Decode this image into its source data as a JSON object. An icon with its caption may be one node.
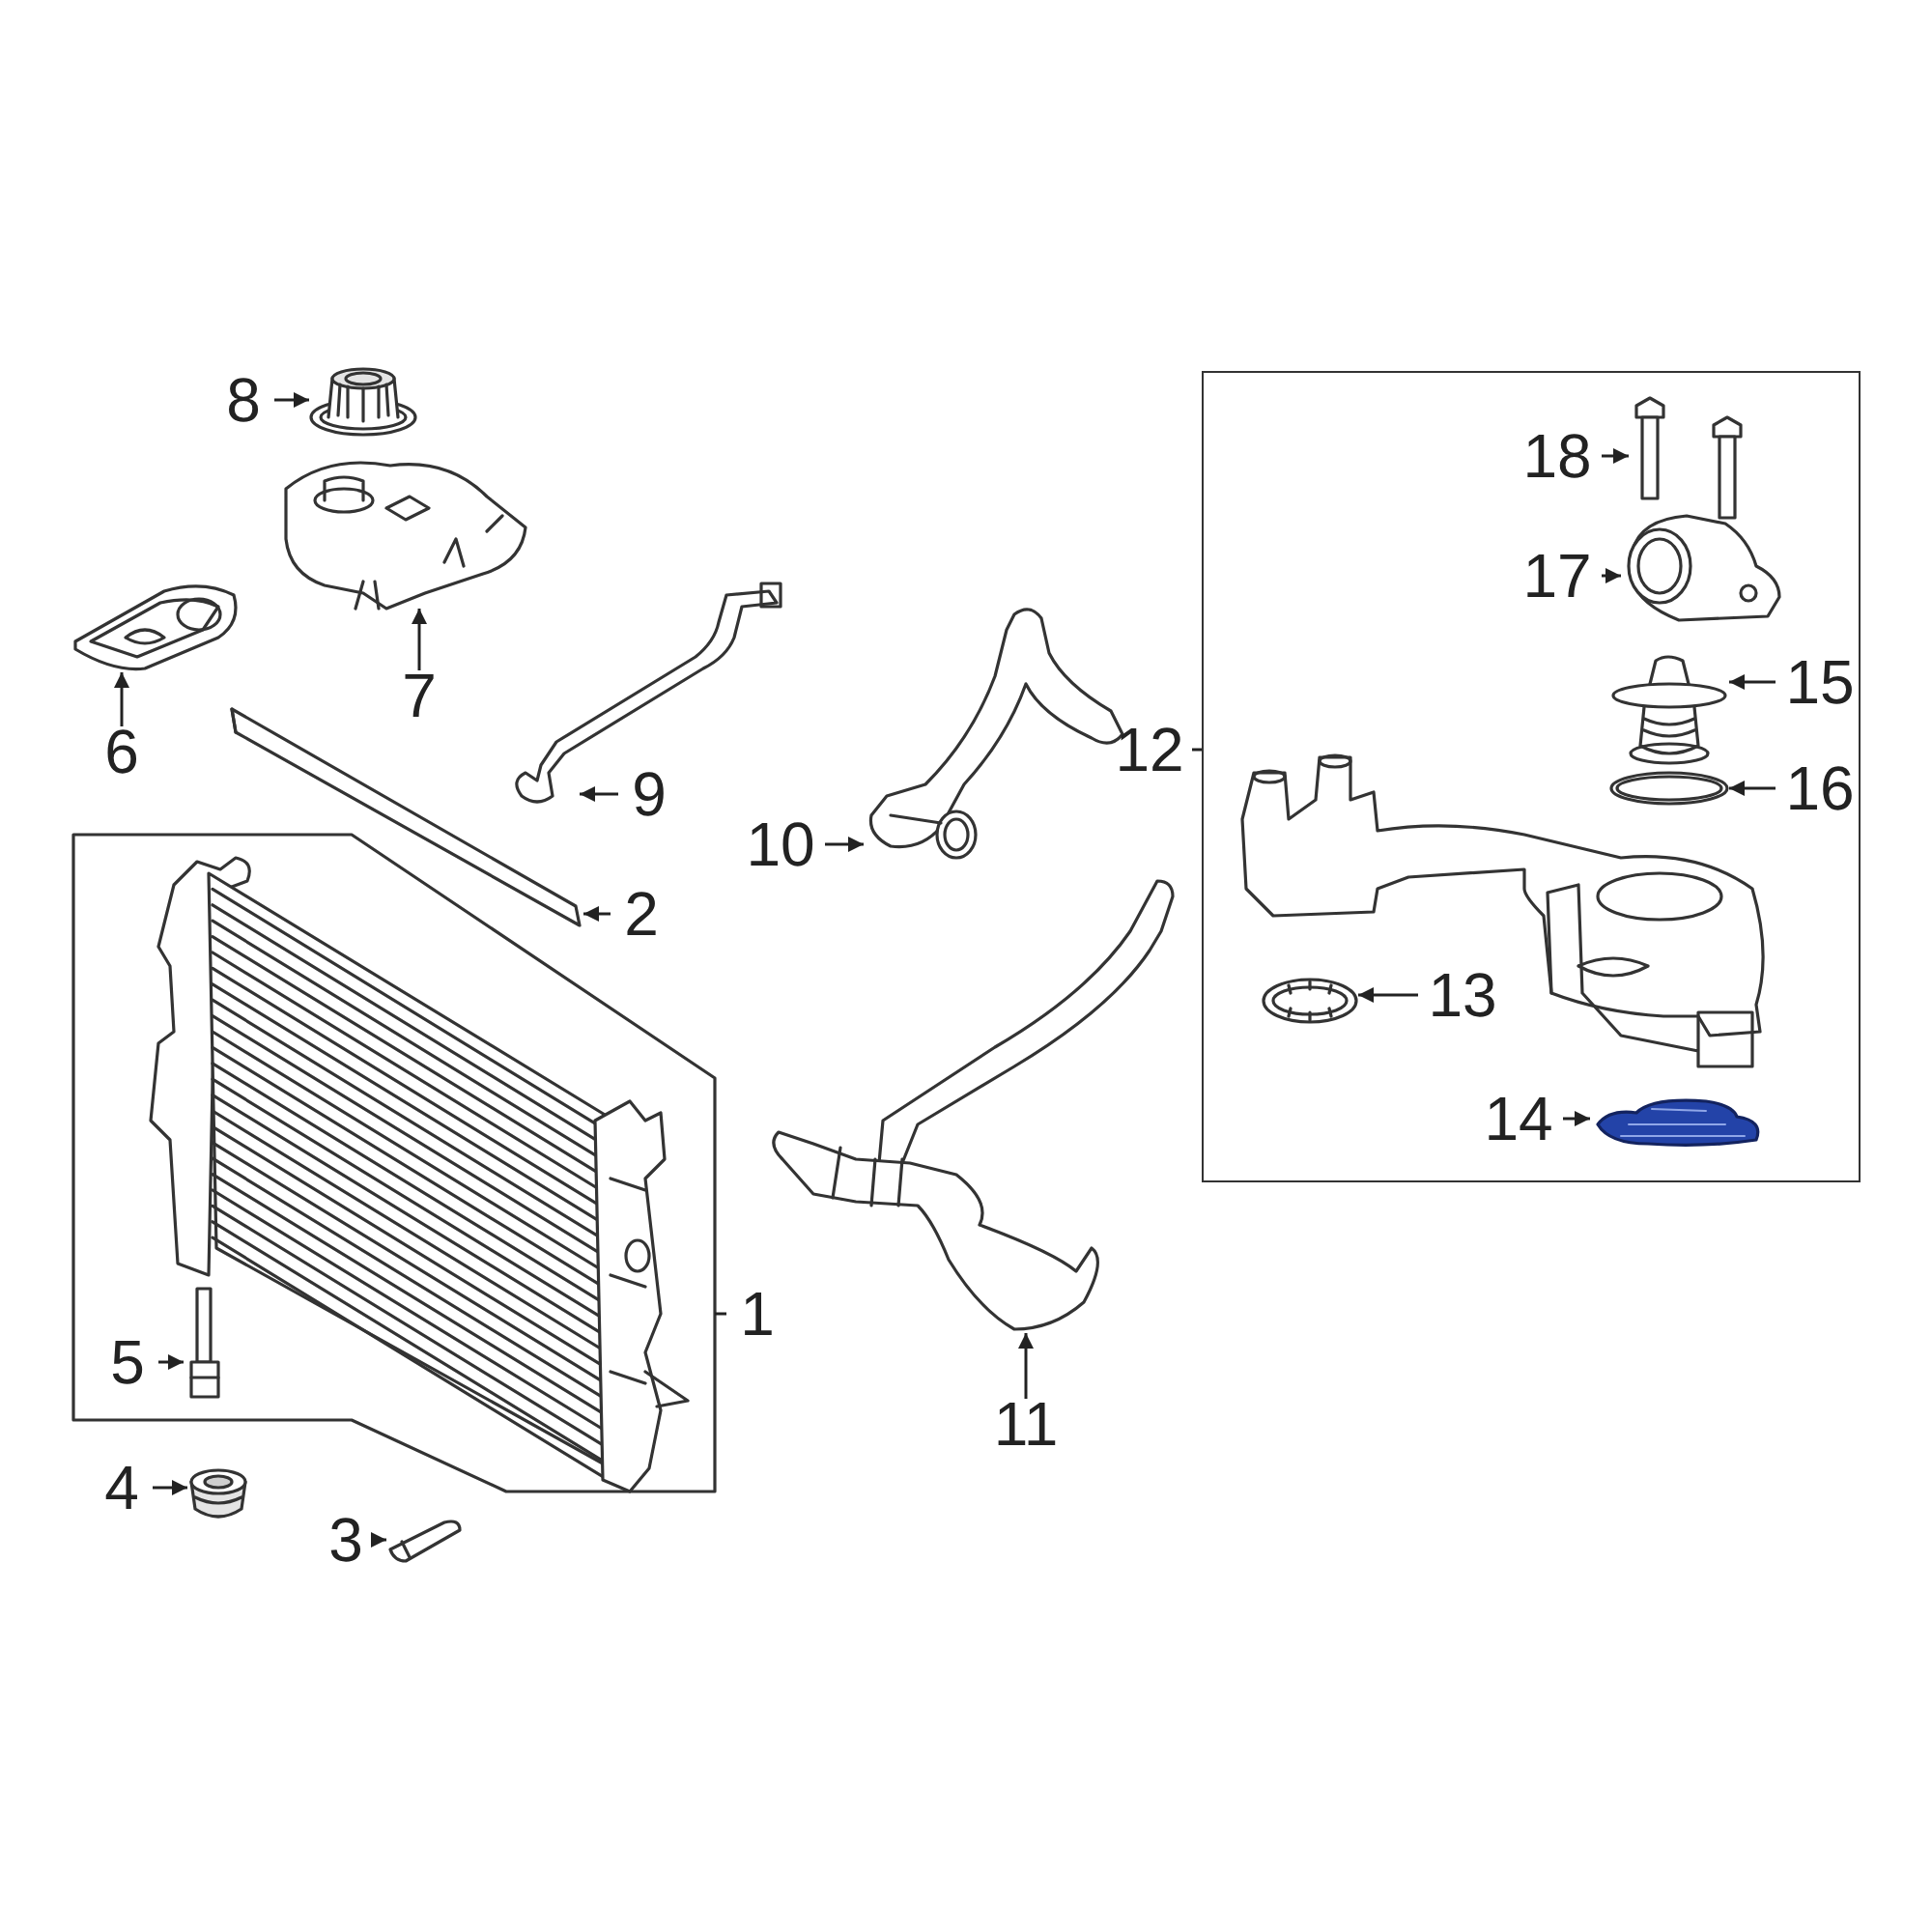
{
  "diagram": {
    "nodes": [
      {
        "text": [
          "8"
        ]
      },
      {
        "text": [],
        "shape": "picture"
      },
      {
        "text": [],
        "shape": "picture"
      },
      {
        "text": [
          "7"
        ]
      },
      {
        "text": [],
        "shape": "picture"
      },
      {
        "text": [
          "6"
        ]
      },
      {
        "text": [],
        "shape": "picture"
      },
      {
        "text": [
          "9"
        ]
      },
      {
        "text": [],
        "shape": "picture"
      },
      {
        "text": [
          "10"
        ]
      },
      {
        "text": [],
        "shape": "picture"
      },
      {
        "text": [
          "2"
        ]
      },
      {
        "text": [],
        "shape": "box"
      },
      {
        "text": [],
        "shape": "picture",
        "in": 12
      },
      {
        "text": [],
        "shape": "picture",
        "in": 12
      },
      {
        "text": [
          "5"
        ],
        "in": 12
      },
      {
        "text": [
          "1"
        ]
      },
      {
        "text": [
          "4"
        ]
      },
      {
        "text": [],
        "shape": "picture"
      },
      {
        "text": [
          "3"
        ]
      },
      {
        "text": [],
        "shape": "picture"
      },
      {
        "text": [],
        "shape": "picture"
      },
      {
        "text": [
          "11"
        ]
      },
      {
        "text": [],
        "shape": "box"
      },
      {
        "text": [
          "12"
        ]
      },
      {
        "text": [],
        "shape": "picture",
        "in": 23
      },
      {
        "text": [],
        "shape": "picture",
        "in": 23
      },
      {
        "text": [
          "18"
        ],
        "in": 23
      },
      {
        "text": [
          "17"
        ],
        "in": 23
      },
      {
        "text": [],
        "shape": "picture",
        "in": 23
      },
      {
        "text": [],
        "shape": "picture",
        "in": 23
      },
      {
        "text": [
          "15"
        ],
        "in": 23
      },
      {
        "text": [],
        "shape": "picture",
        "in": 23
      },
      {
        "text": [
          "16"
        ],
        "in": 23
      },
      {
        "text": [],
        "shape": "picture",
        "in": 23
      },
      {
        "text": [],
        "shape": "picture",
        "in": 23
      },
      {
        "text": [
          "13"
        ],
        "in": 23
      },
      {
        "text": [
          "14"
        ],
        "in": 23
      },
      {
        "text": [],
        "shape": "picture",
        "in": 23
      }
    ],
    "edges": [
      {
        "from": 0,
        "to": 1,
        "arrow": "to"
      },
      {
        "from": 3,
        "to": 2,
        "arrow": "to"
      },
      {
        "from": 5,
        "to": 4,
        "arrow": "to"
      },
      {
        "from": 7,
        "to": 6,
        "arrow": "to"
      },
      {
        "from": 9,
        "to": 8,
        "arrow": "to"
      },
      {
        "from": 11,
        "to": 10,
        "arrow": "to"
      },
      {
        "from": 15,
        "to": 14,
        "arrow": "to"
      },
      {
        "from": 16,
        "to": 12,
        "arrow": "none"
      },
      {
        "from": 17,
        "to": 18,
        "arrow": "to"
      },
      {
        "from": 19,
        "to": 20,
        "arrow": "to"
      },
      {
        "from": 22,
        "to": 21,
        "arrow": "to"
      },
      {
        "from": 24,
        "to": 23,
        "arrow": "none"
      },
      {
        "from": 27,
        "to": 25,
        "arrow": "to"
      },
      {
        "from": 28,
        "to": 29,
        "arrow": "to"
      },
      {
        "from": 31,
        "to": 30,
        "arrow": "to"
      },
      {
        "from": 33,
        "to": 32,
        "arrow": "to"
      },
      {
        "from": 36,
        "to": 35,
        "arrow": "to"
      },
      {
        "from": 37,
        "to": 38,
        "arrow": "to"
      }
    ]
  }
}
